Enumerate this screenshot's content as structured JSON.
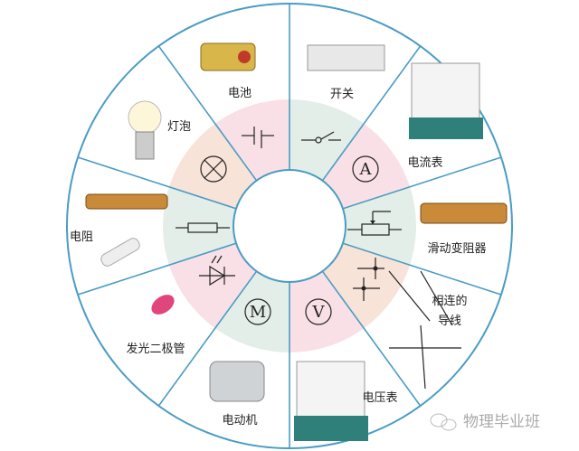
{
  "colors": {
    "border": "#4a9cc4",
    "pink": "#f9e0e7",
    "green": "#e4eee8",
    "peach": "#f8e3d8"
  },
  "sectors": [
    {
      "label": "开关",
      "symbol": "switch",
      "fill": "green"
    },
    {
      "label": "电流表",
      "symbol": "ammeter",
      "symbol_text": "A",
      "fill": "pink"
    },
    {
      "label": "滑动变阻器",
      "symbol": "rheostat",
      "fill": "green"
    },
    {
      "label": "相连的\n导线",
      "label_lines": [
        "相连的",
        "导线"
      ],
      "symbol": "junction",
      "fill": "peach"
    },
    {
      "label": "电压表",
      "symbol": "voltmeter",
      "symbol_text": "V",
      "fill": "pink"
    },
    {
      "label": "电动机",
      "symbol": "motor",
      "symbol_text": "M",
      "fill": "green"
    },
    {
      "label": "发光二极管",
      "symbol": "led",
      "fill": "pink"
    },
    {
      "label": "电阻",
      "symbol": "resistor",
      "fill": "green"
    },
    {
      "label": "灯泡",
      "symbol": "lamp",
      "fill": "peach"
    },
    {
      "label": "电池",
      "symbol": "battery",
      "fill": "pink"
    }
  ],
  "watermark": {
    "text": "物理毕业班",
    "icon": "wechat-icon"
  }
}
